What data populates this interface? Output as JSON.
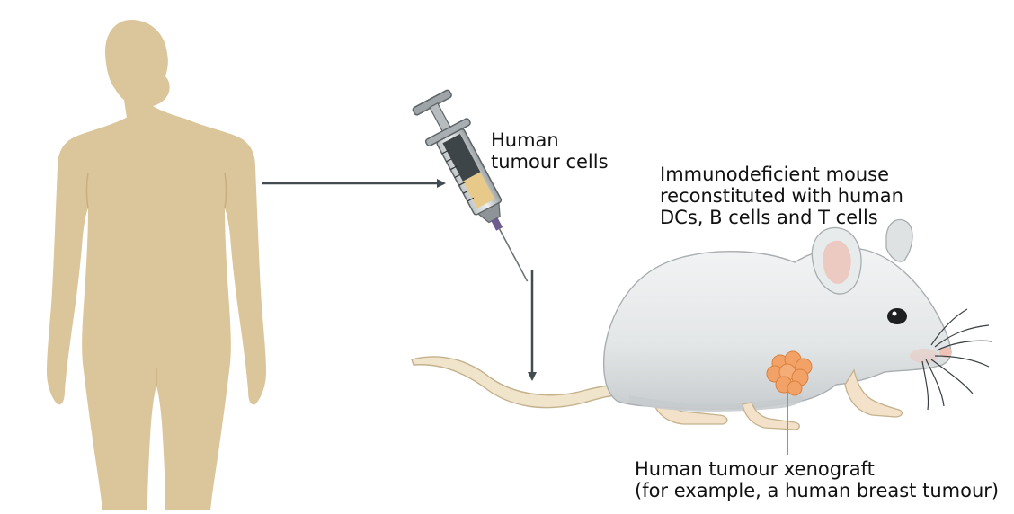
{
  "colors": {
    "human_fill": "#dbc59a",
    "human_shade": "#cdb486",
    "arrow": "#414b50",
    "mouse_body": "#e6e8e9",
    "mouse_shadow": "#c7cbcd",
    "mouse_pink": "#eec2b6",
    "tail": "#f0e4cb",
    "tumour": "#f2a266",
    "tumour_dark": "#d9813f"
  },
  "labels": {
    "syringe": [
      "Human",
      "tumour cells"
    ],
    "mouse": [
      "Immunodeficient mouse",
      "reconstituted with human",
      "DCs, B cells and T cells"
    ],
    "xenograft": [
      "Human tumour xenograft",
      "(for example, a human breast tumour)"
    ]
  }
}
